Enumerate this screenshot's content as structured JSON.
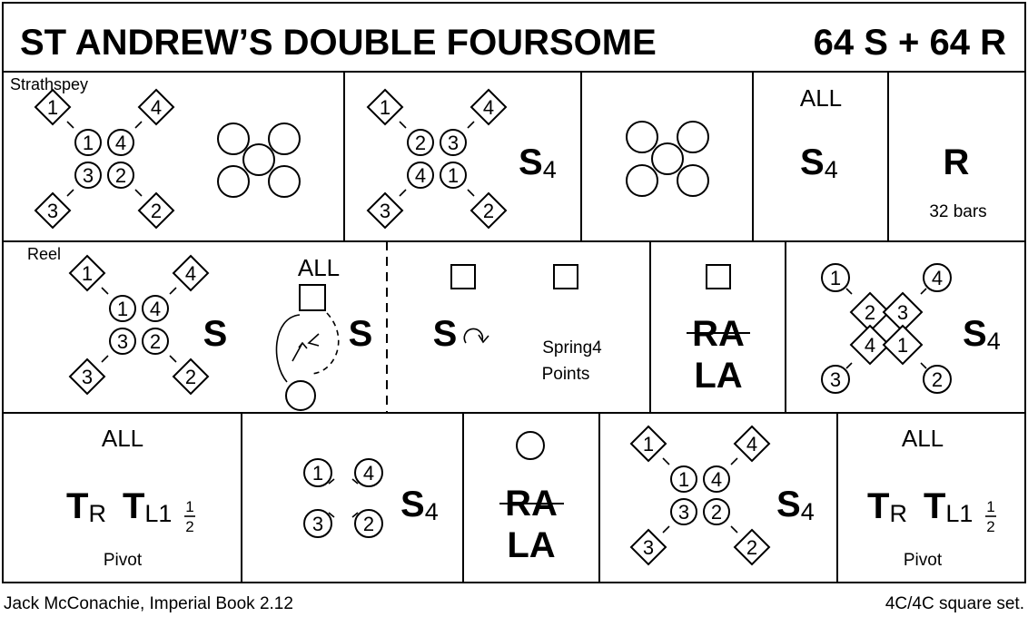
{
  "title": "ST ANDREW’S DOUBLE FOURSOME",
  "bars": "64 S + 64 R",
  "footer": {
    "source": "Jack McConachie, Imperial Book 2.12",
    "formation": "4C/4C  square set."
  },
  "row1": {
    "label": "Strathspey",
    "cell1": {
      "outer": [
        "1",
        "4",
        "3",
        "2"
      ],
      "inner": [
        "1",
        "4",
        "3",
        "2"
      ]
    },
    "cell2": {
      "outer": [
        "1",
        "4",
        "3",
        "2"
      ],
      "inner": [
        "2",
        "3",
        "4",
        "1"
      ],
      "fig": "S",
      "sub": "4"
    },
    "cell4": {
      "top": "ALL",
      "fig": "S",
      "sub": "4"
    },
    "cell5": {
      "fig": "R",
      "note": "32 bars"
    }
  },
  "row2": {
    "label": "Reel",
    "cell1": {
      "outer": [
        "1",
        "4",
        "3",
        "2"
      ],
      "inner": [
        "1",
        "4",
        "3",
        "2"
      ],
      "fig": "S"
    },
    "cell2": {
      "top": "ALL",
      "fig": "S"
    },
    "cell3": {
      "fig": "S",
      "note1": "Spring4",
      "note2": "Points"
    },
    "cell4": {
      "struck": "RA",
      "fig": "LA"
    },
    "cell5": {
      "outer": [
        "1",
        "4",
        "3",
        "2"
      ],
      "inner": [
        "2",
        "3",
        "4",
        "1"
      ],
      "fig": "S",
      "sub": "4"
    }
  },
  "row3": {
    "cell1": {
      "top": "ALL",
      "t1": "T",
      "t1sub": "R",
      "t2": "T",
      "t2sub": "L1",
      "frac_num": "1",
      "frac_den": "2",
      "note": "Pivot"
    },
    "cell2": {
      "dancers": [
        "1",
        "4",
        "3",
        "2"
      ],
      "fig": "S",
      "sub": "4"
    },
    "cell3": {
      "struck": "RA",
      "fig": "LA"
    },
    "cell4": {
      "outer": [
        "1",
        "4",
        "3",
        "2"
      ],
      "inner": [
        "1",
        "4",
        "3",
        "2"
      ],
      "fig": "S",
      "sub": "4"
    },
    "cell5": {
      "top": "ALL",
      "t1": "T",
      "t1sub": "R",
      "t2": "T",
      "t2sub": "L1",
      "frac_num": "1",
      "frac_den": "2",
      "note": "Pivot"
    }
  }
}
